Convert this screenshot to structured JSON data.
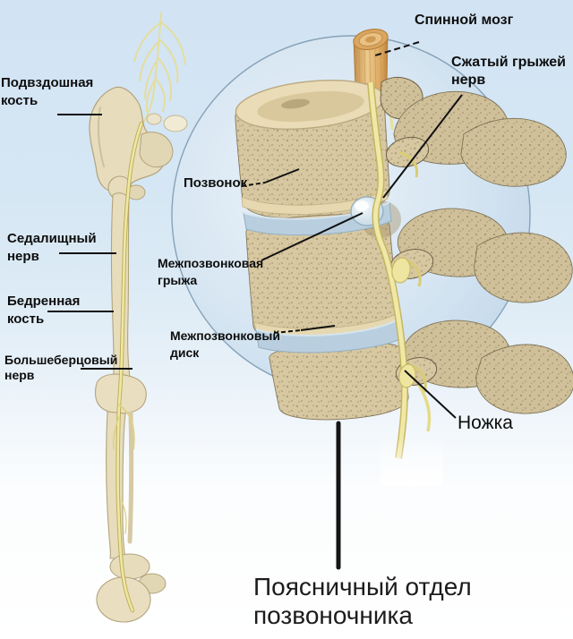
{
  "figure": {
    "title": "Поясничный отдел\nпозвоночника",
    "labels": {
      "spinal_cord": "Спинной мозг",
      "compressed_nerve": "Сжатый грыжей\nнерв",
      "iliac_bone": "Подвздошная\nкость",
      "vertebra": "Позвонок",
      "sciatic_nerve": "Седалищный\nнерв",
      "femur": "Бедренная\nкость",
      "hernia": "Межпозвонковая\nгрыжа",
      "tibial_nerve": "Большеберцовый\nнерв",
      "disc": "Межпозвонковый\nдиск",
      "pedicle": "Ножка"
    },
    "colors": {
      "background_top": "#d2e4f3",
      "background_bottom": "#ffffff",
      "circle_fill": "#cfe0ee",
      "circle_border": "#87a2b8",
      "bone": "#d7c8a2",
      "bone_speckle": "#83734e",
      "bone_cortex": "#e9dcb6",
      "disc_blue": "#b9cfdf",
      "nerve_yellow": "#f0e8a6",
      "spinal_cord_tan": "#dfb173",
      "label_text": "#0d0d0d"
    }
  }
}
